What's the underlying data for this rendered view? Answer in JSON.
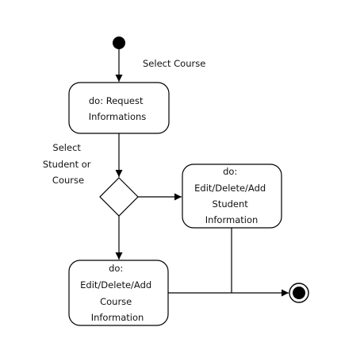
{
  "transitions": {
    "select_course": "Select Course",
    "select_student_or_course": [
      "Select",
      "Student or",
      "Course"
    ]
  },
  "states": {
    "request": [
      "do: Request",
      "Informations"
    ],
    "student": [
      "do:",
      "Edit/Delete/Add",
      "Student",
      "Information"
    ],
    "course": [
      "do:",
      "Edit/Delete/Add",
      "Course",
      "Information"
    ]
  }
}
